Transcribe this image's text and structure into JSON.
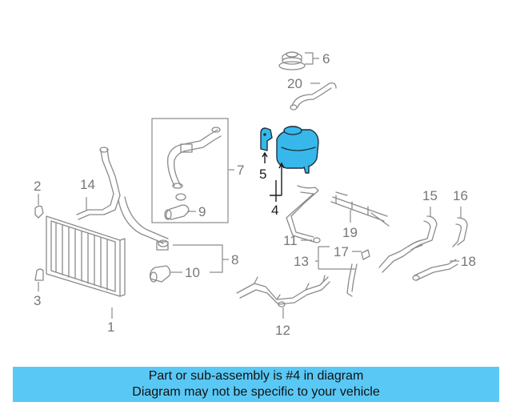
{
  "callouts": {
    "c1": "1",
    "c2": "2",
    "c3": "3",
    "c4": "4",
    "c5": "5",
    "c6": "6",
    "c7": "7",
    "c8": "8",
    "c9": "9",
    "c10": "10",
    "c11": "11",
    "c12": "12",
    "c13": "13",
    "c14": "14",
    "c15": "15",
    "c16": "16",
    "c17": "17",
    "c18": "18",
    "c19": "19",
    "c20": "20"
  },
  "highlight": {
    "color": "#38b8ea",
    "parts": [
      "4",
      "5"
    ]
  },
  "banner": {
    "line1": "Part or sub-assembly is #4 in diagram",
    "line2": "Diagram may not be specific to your vehicle",
    "color": "#5ac8f5"
  }
}
